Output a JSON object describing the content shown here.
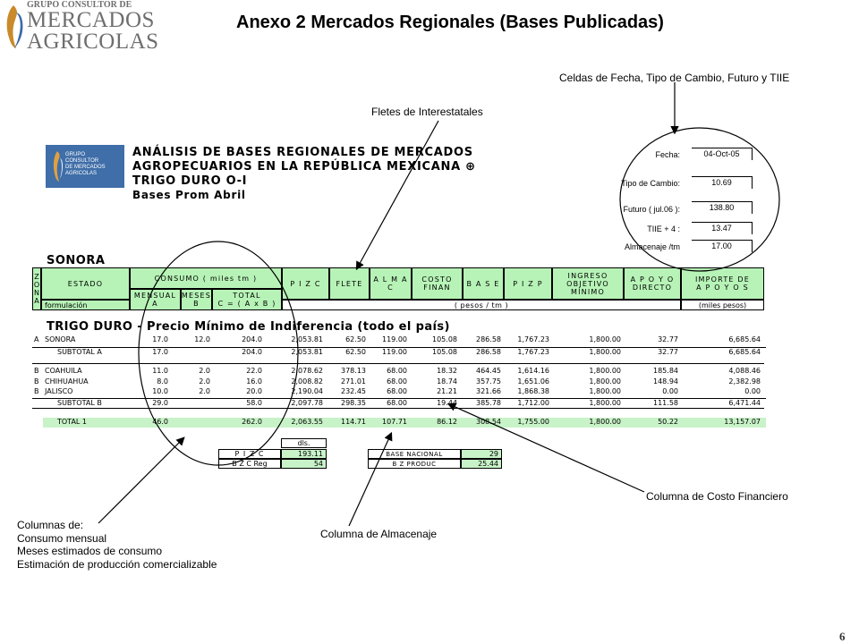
{
  "logo": {
    "line1": "GRUPO CONSULTOR DE",
    "line2": "MERCADOS",
    "line3": "AGRICOLAS"
  },
  "title": "Anexo 2 Mercados Regionales (Bases Publicadas)",
  "notes": {
    "fechas": "Celdas de Fecha, Tipo de Cambio, Futuro y TIIE",
    "fletes": "Fletes de Interestatales",
    "costo": "Columna  de Costo Financiero",
    "almacenaje": "Columna de Almacenaje",
    "columnas": [
      "Columnas de:",
      "Consumo mensual",
      "Meses estimados de consumo",
      "Estimación de producción comercializable"
    ]
  },
  "sheet": {
    "logo_text": [
      "GRUPO",
      "CONSULTOR",
      "DE MERCADOS",
      "AGRICOLAS"
    ],
    "titles": [
      "ANÁLISIS DE BASES REGIONALES DE MERCADOS",
      "AGROPECUARIOS EN LA REPÚBLICA MEXICANA ⊕",
      "TRIGO DURO O-I",
      "Bases Prom Abril"
    ],
    "fields": [
      {
        "label": "Fecha:",
        "value": "04-Oct-05"
      },
      {
        "label": "Tipo de Cambio:",
        "value": "10.69"
      },
      {
        "label": "Futuro ( jul.06 ):",
        "value": "138.80"
      },
      {
        "label": "TIIE + 4 :",
        "value": "13.47"
      },
      {
        "label": "Almacenaje /tm",
        "value": "17.00"
      }
    ],
    "region": "SONORA",
    "header": {
      "zona": [
        "Z",
        "O",
        "N",
        "A"
      ],
      "estado": "ESTADO",
      "formulacion": "formulación",
      "consumo": "CONSUMO ( miles tm )",
      "mensual": "MENSUAL",
      "mensual_sub": "A",
      "meses": "MESES",
      "meses_sub": "B",
      "total": "TOTAL",
      "total_sub": "C = ( A x B )",
      "pizc": "P I Z C",
      "flete": "FLETE",
      "almac": "A L M A C",
      "costo": "COSTO FINAN",
      "base": "B A S E",
      "pizp": "P I Z P",
      "ingreso": "INGRESO OBJETIVO MÍNIMO",
      "apoyo": "A P O Y O DIRECTO",
      "importe": "IMPORTE DE A P O Y O S",
      "pesos": "( pesos / tm )",
      "miles_pesos": "(miles pesos)"
    },
    "table_title": "TRIGO DURO - Precio Mínimo de Indiferencia (todo el país)",
    "rows": [
      {
        "zona": "A",
        "estado": "SONORA",
        "mensual": "17.0",
        "meses": "12.0",
        "total": "204.0",
        "pizc": "2,053.81",
        "flete": "62.50",
        "almac": "119.00",
        "costo": "105.08",
        "base": "286.58",
        "pizp": "1,767.23",
        "ingreso": "1,800.00",
        "apoyo": "32.77",
        "importe": "6,685.64"
      },
      {
        "zona": "",
        "estado": "SUBTOTAL  A",
        "mensual": "17.0",
        "meses": "",
        "total": "204.0",
        "pizc": "2,053.81",
        "flete": "62.50",
        "almac": "119.00",
        "costo": "105.08",
        "base": "286.58",
        "pizp": "1,767.23",
        "ingreso": "1,800.00",
        "apoyo": "32.77",
        "importe": "6,685.64"
      },
      {
        "zona": "B",
        "estado": "COAHUILA",
        "mensual": "11.0",
        "meses": "2.0",
        "total": "22.0",
        "pizc": "2,078.62",
        "flete": "378.13",
        "almac": "68.00",
        "costo": "18.32",
        "base": "464.45",
        "pizp": "1,614.16",
        "ingreso": "1,800.00",
        "apoyo": "185.84",
        "importe": "4,088.46"
      },
      {
        "zona": "B",
        "estado": "CHIHUAHUA",
        "mensual": "8.0",
        "meses": "2.0",
        "total": "16.0",
        "pizc": "2,008.82",
        "flete": "271.01",
        "almac": "68.00",
        "costo": "18.74",
        "base": "357.75",
        "pizp": "1,651.06",
        "ingreso": "1,800.00",
        "apoyo": "148.94",
        "importe": "2,382.98"
      },
      {
        "zona": "B",
        "estado": "JALISCO",
        "mensual": "10.0",
        "meses": "2.0",
        "total": "20.0",
        "pizc": "2,190.04",
        "flete": "232.45",
        "almac": "68.00",
        "costo": "21.21",
        "base": "321.66",
        "pizp": "1,868.38",
        "ingreso": "1,800.00",
        "apoyo": "0.00",
        "importe": "0.00"
      },
      {
        "zona": "",
        "estado": "SUBTOTAL  B",
        "mensual": "29.0",
        "meses": "",
        "total": "58.0",
        "pizc": "2,097.78",
        "flete": "298.35",
        "almac": "68.00",
        "costo": "19.44",
        "base": "385.78",
        "pizp": "1,712.00",
        "ingreso": "1,800.00",
        "apoyo": "111.58",
        "importe": "6,471.44"
      },
      {
        "zona": "",
        "estado": "TOTAL 1",
        "mensual": "46.0",
        "meses": "",
        "total": "262.0",
        "pizc": "2,063.55",
        "flete": "114.71",
        "almac": "107.71",
        "costo": "86.12",
        "base": "308.54",
        "pizp": "1,755.00",
        "ingreso": "1,800.00",
        "apoyo": "50.22",
        "importe": "13,157.07"
      }
    ],
    "mini1": {
      "head": "dls.",
      "r1_label": "P I Z C",
      "r1_value": "193.11",
      "r2_label": "B Z C Reg",
      "r2_value": "54"
    },
    "mini2": {
      "r1_label": "BASE NACIONAL",
      "r1_value": "29",
      "r2_label": "B Z PRODUC",
      "r2_value": "25.44"
    }
  },
  "page_number": "6"
}
